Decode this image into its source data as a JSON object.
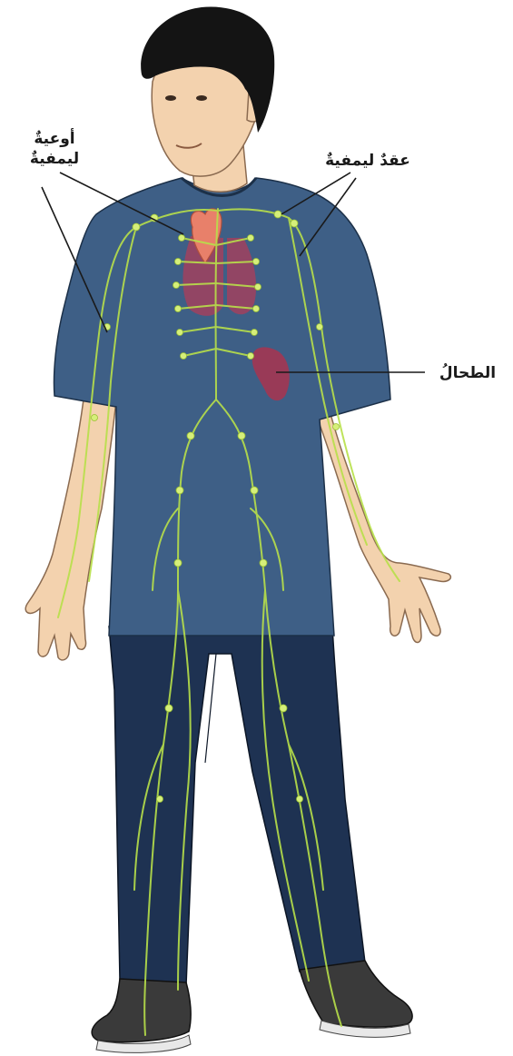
{
  "labels": {
    "lymph_vessels_line1": "أوعيةٌ",
    "lymph_vessels_line2": "ليمفيةٌ",
    "lymph_nodes": "عقدٌ ليمفيةٌ",
    "spleen": "الطحالُ"
  },
  "colors": {
    "lymph": "#b8e04a",
    "lymph_node": "#d6ef7a",
    "shirt": "#3e5f86",
    "pants": "#1e3252",
    "skin": "#f3d2ae",
    "hair": "#141414",
    "heart": "#e8806a",
    "lungs": "#b73a55",
    "spleen": "#a9344f",
    "shoes": "#3a3a3a",
    "pointer": "#1a1a1a"
  }
}
